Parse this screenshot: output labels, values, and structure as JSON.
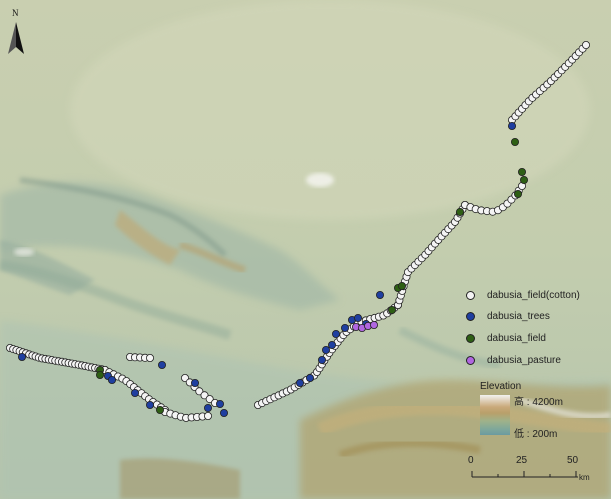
{
  "north_arrow": {
    "label": "N",
    "icon": "north-arrow-icon"
  },
  "legend": {
    "items": [
      {
        "label": "dabusia_field(cotton)",
        "color": "#f4f4f4"
      },
      {
        "label": "dabusia_trees",
        "color": "#1f3fa0"
      },
      {
        "label": "dabusia_field",
        "color": "#2e5f14"
      },
      {
        "label": "dabusia_pasture",
        "color": "#b066e0"
      }
    ]
  },
  "elevation": {
    "title": "Elevation",
    "high": "高 : 4200m",
    "low": "低 : 200m"
  },
  "scale": {
    "ticks": [
      "0",
      "25",
      "50"
    ],
    "unit": "km"
  },
  "colors": {
    "plain": "#c7ceb0",
    "mountain": "#b49a5e",
    "valley": "#a9bfaa",
    "snow": "#f2f3f0"
  }
}
